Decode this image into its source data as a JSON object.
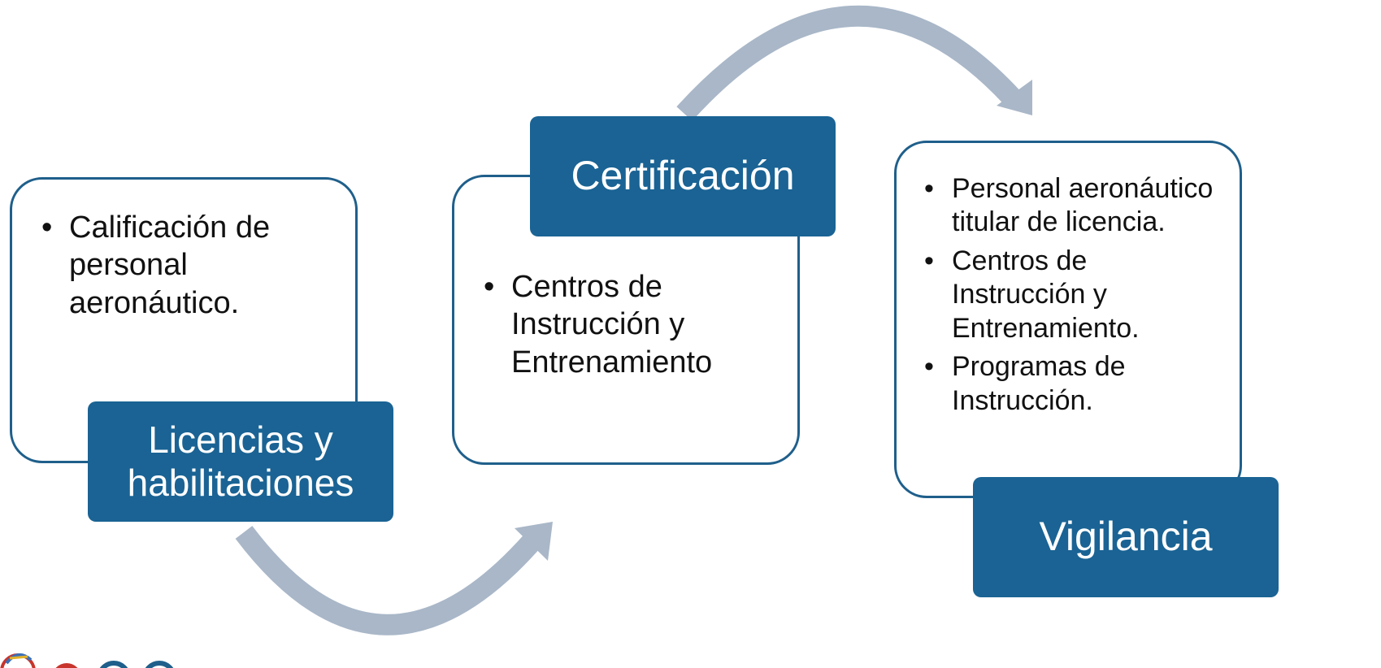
{
  "steps": [
    {
      "label_lines": [
        "Licencias y",
        "habilitaciones"
      ],
      "bullets": [
        "Calificación de personal aeronáutico."
      ]
    },
    {
      "label_lines": [
        "Certificación"
      ],
      "bullets": [
        "Centros de Instrucción y Entrenamiento"
      ]
    },
    {
      "label_lines": [
        "Vigilancia"
      ],
      "bullets": [
        "Personal aeronáutico titular de licencia.",
        "Centros de Instrucción y Entrenamiento.",
        "Programas de Instrucción."
      ]
    }
  ],
  "colors": {
    "label_fill": "#1a6394",
    "card_border": "#1f5f8b",
    "arrow": "#a9b7c8"
  }
}
